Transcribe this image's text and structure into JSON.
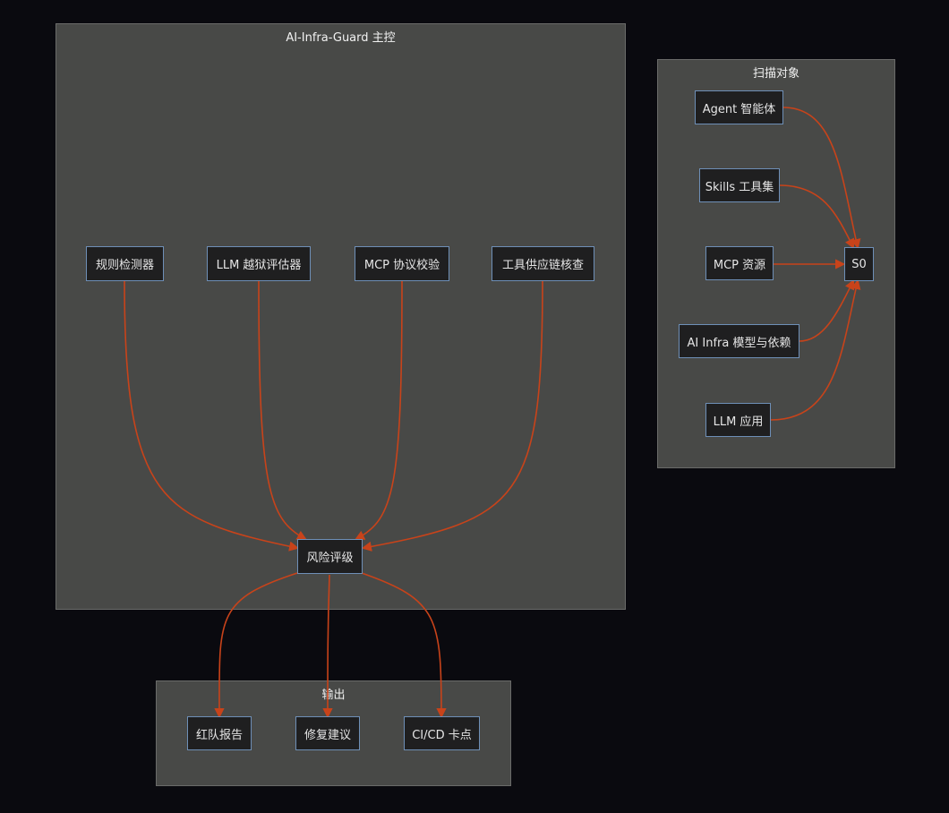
{
  "groups": {
    "main": {
      "title": "AI-Infra-Guard 主控"
    },
    "targets": {
      "title": "扫描对象"
    },
    "output": {
      "title": "输出"
    }
  },
  "nodes": {
    "rule_detector": "规则检测器",
    "llm_jailbreak": "LLM 越狱评估器",
    "mcp_protocol": "MCP 协议校验",
    "tool_supply_chain": "工具供应链核查",
    "risk_rating": "风险评级",
    "agent": "Agent 智能体",
    "skills": "Skills 工具集",
    "mcp_resource": "MCP 资源",
    "ai_infra": "AI Infra 模型与依赖",
    "llm_app": "LLM 应用",
    "s0": "S0",
    "red_team_report": "红队报告",
    "fix_suggestion": "修复建议",
    "cicd_gate": "CI/CD 卡点"
  },
  "colors": {
    "edge": "#c8431a",
    "node_border": "#6e8fb7",
    "group_fill": "#484947",
    "node_fill": "#1f1f20",
    "background": "#0a0a0f"
  }
}
